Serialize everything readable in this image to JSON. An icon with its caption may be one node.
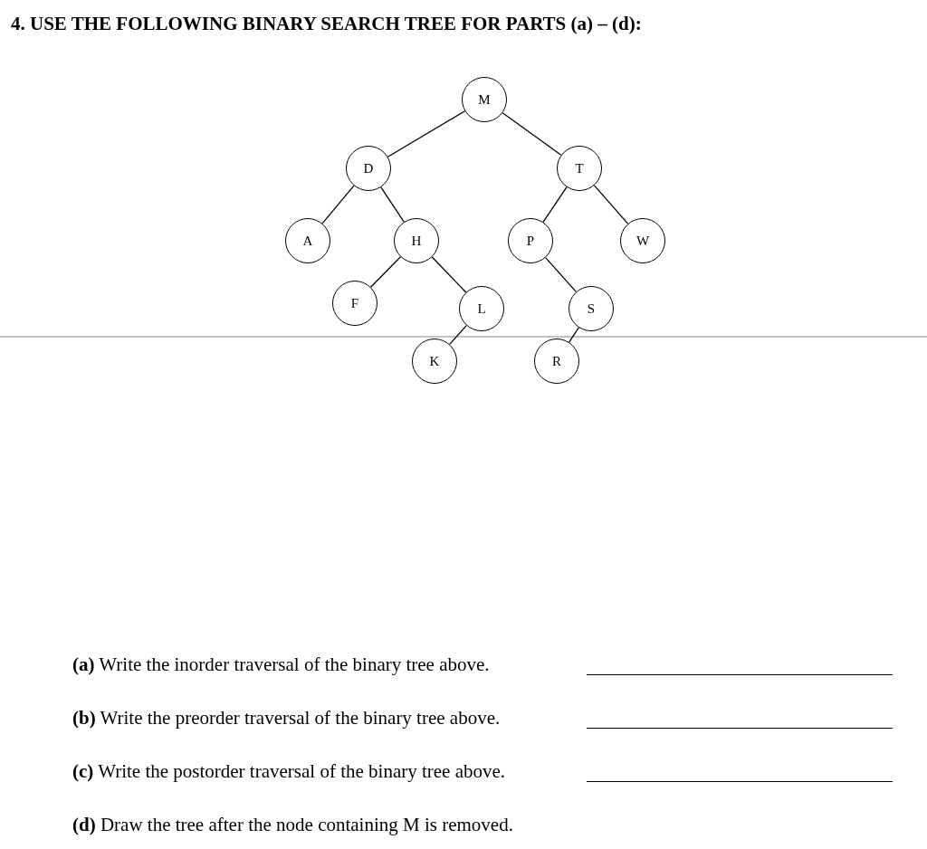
{
  "diagram": {
    "title": "4. USE THE FOLLOWING BINARY SEARCH TREE FOR PARTS (a) – (d):",
    "nodes": [
      {
        "text": [
          "M"
        ]
      },
      {
        "text": [
          "D"
        ]
      },
      {
        "text": [
          "T"
        ]
      },
      {
        "text": [
          "A"
        ]
      },
      {
        "text": [
          "H"
        ]
      },
      {
        "text": [
          "P"
        ]
      },
      {
        "text": [
          "W"
        ]
      },
      {
        "text": [
          "F"
        ]
      },
      {
        "text": [
          "L"
        ]
      },
      {
        "text": [
          "S"
        ]
      },
      {
        "text": [
          "K"
        ]
      },
      {
        "text": [
          "R"
        ]
      }
    ],
    "edges": [
      {
        "from": 0,
        "to": 1,
        "arrow": "none"
      },
      {
        "from": 0,
        "to": 2,
        "arrow": "none"
      },
      {
        "from": 1,
        "to": 3,
        "arrow": "none"
      },
      {
        "from": 1,
        "to": 4,
        "arrow": "none"
      },
      {
        "from": 2,
        "to": 5,
        "arrow": "none"
      },
      {
        "from": 2,
        "to": 6,
        "arrow": "none"
      },
      {
        "from": 4,
        "to": 7,
        "arrow": "none"
      },
      {
        "from": 4,
        "to": 8,
        "arrow": "none"
      },
      {
        "from": 5,
        "to": 9,
        "arrow": "none"
      },
      {
        "from": 8,
        "to": 10,
        "arrow": "none"
      },
      {
        "from": 9,
        "to": 11,
        "arrow": "none"
      }
    ],
    "labels": [
      "**(a)** Write the inorder traversal of the binary tree above.",
      "**(b)** Write the preorder traversal of the binary tree above.",
      "**(c)** Write the postorder traversal of the binary tree above.",
      "**(d)** Draw the tree after the node containing M is removed."
    ]
  }
}
